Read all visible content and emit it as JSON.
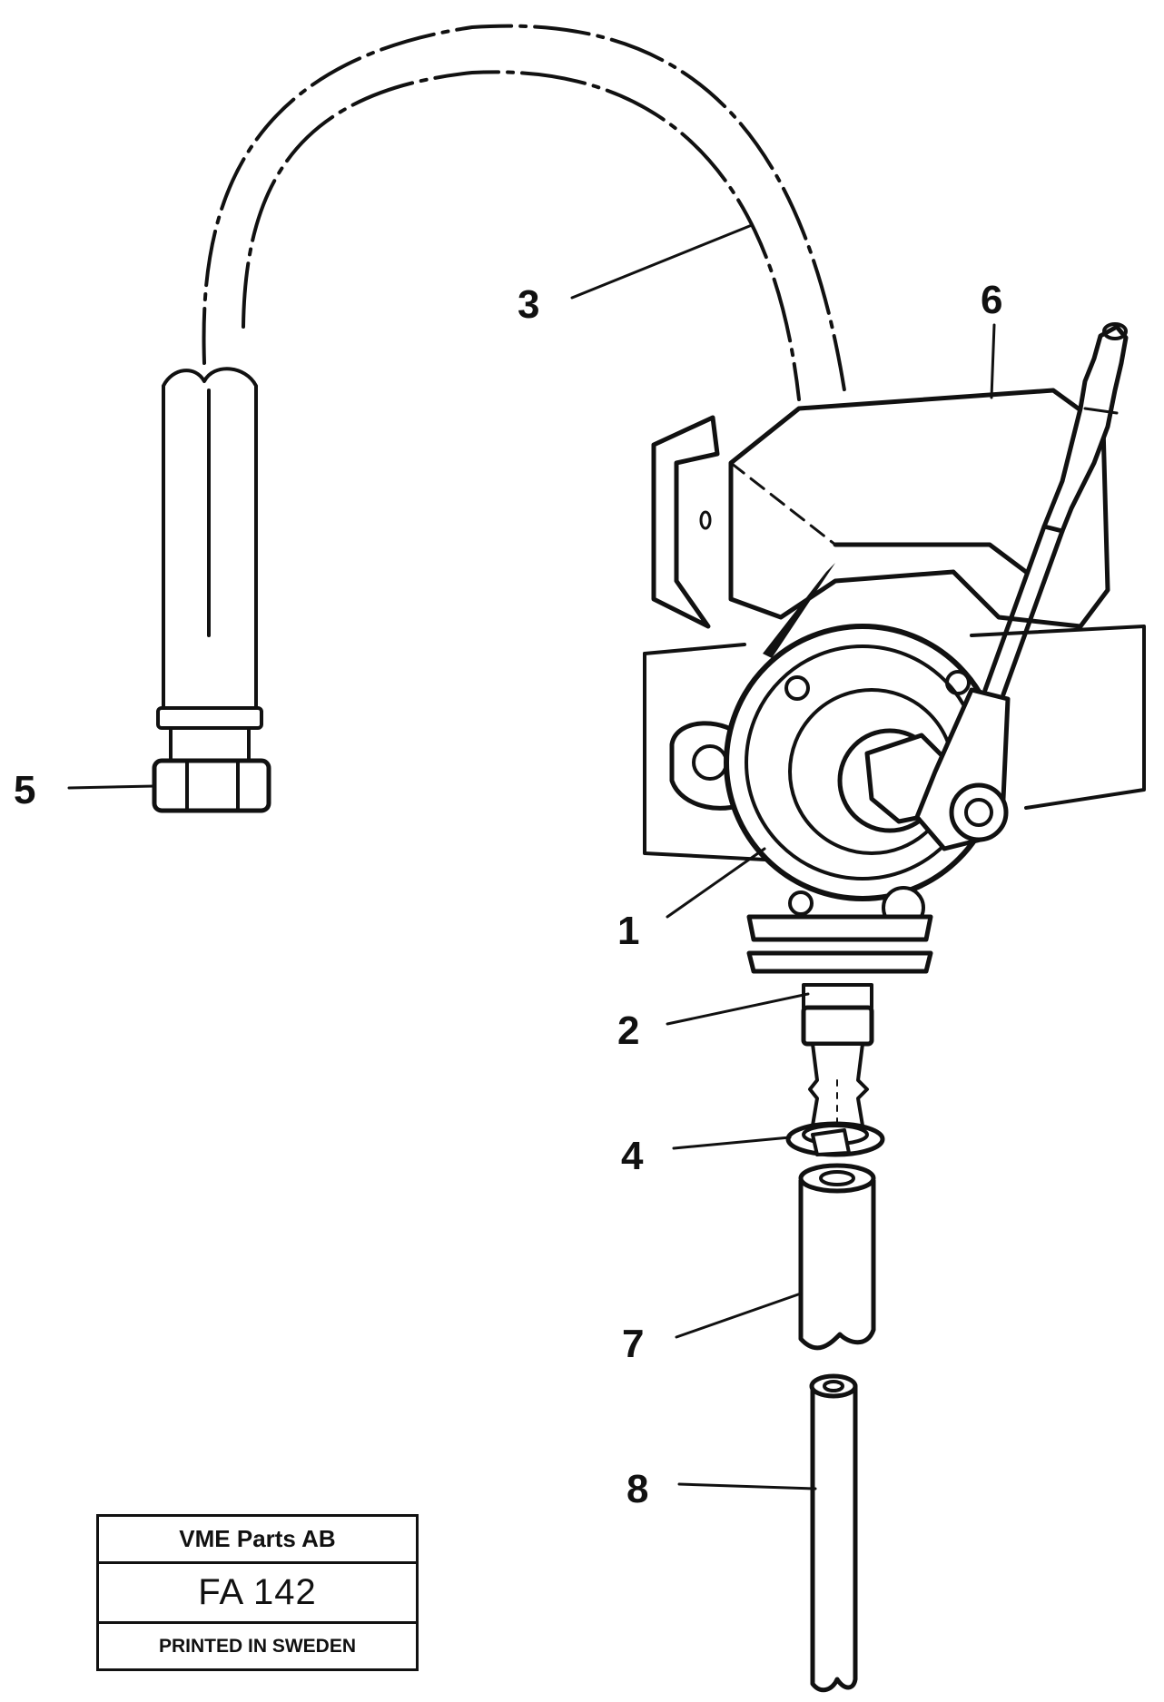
{
  "diagram": {
    "callouts": [
      {
        "id": "1",
        "label": "1"
      },
      {
        "id": "2",
        "label": "2"
      },
      {
        "id": "3",
        "label": "3"
      },
      {
        "id": "4",
        "label": "4"
      },
      {
        "id": "5",
        "label": "5"
      },
      {
        "id": "6",
        "label": "6"
      },
      {
        "id": "7",
        "label": "7"
      },
      {
        "id": "8",
        "label": "8"
      }
    ]
  },
  "title_block": {
    "company": "VME Parts AB",
    "code": "FA 142",
    "printed": "PRINTED IN SWEDEN"
  }
}
